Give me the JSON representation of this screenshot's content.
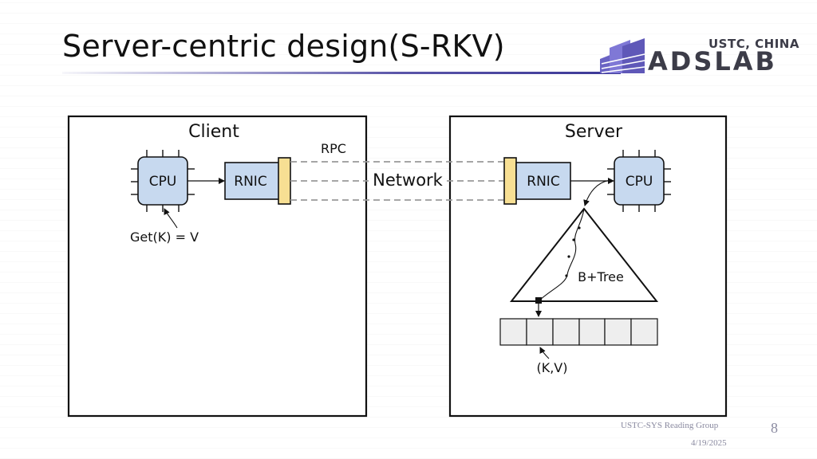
{
  "slide": {
    "title": "Server-centric design(S-RKV)",
    "page_number": "8",
    "footer_group": "USTC-SYS Reading Group",
    "footer_date": "4/19/2025"
  },
  "logo": {
    "top_text": "USTC, CHINA",
    "main_text": "ADSLAB",
    "color": "#3c3c48",
    "accent_color": "#6a63c4"
  },
  "diagram": {
    "client": {
      "label": "Client",
      "cpu_label": "CPU",
      "rnic_label": "RNIC",
      "rpc_label": "RPC",
      "query_label": "Get(K) = V"
    },
    "network": {
      "label": "Network"
    },
    "server": {
      "label": "Server",
      "cpu_label": "CPU",
      "rnic_label": "RNIC",
      "tree_label": "B+Tree",
      "kv_label": "(K,V)"
    },
    "colors": {
      "chip_fill": "#c7d9ef",
      "port_fill": "#f7df93",
      "stroke": "#111111",
      "dashed_link": "#9a9a9a"
    }
  }
}
